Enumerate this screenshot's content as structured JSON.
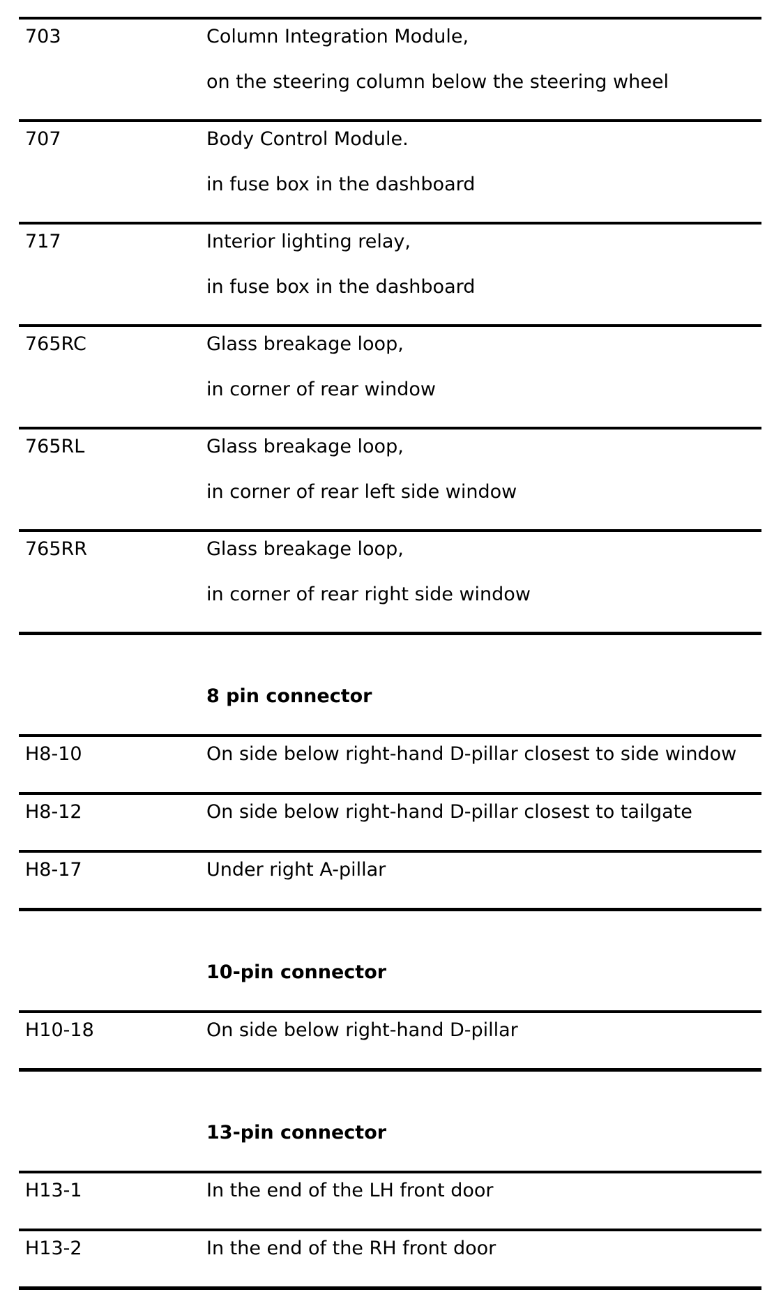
{
  "colors": {
    "background": "#ffffff",
    "text": "#000000",
    "rule": "#000000"
  },
  "table": {
    "component_rows": [
      {
        "code": "703",
        "line1": "Column Integration Module,",
        "line2": "on the steering column below the steering wheel"
      },
      {
        "code": "707",
        "line1": "Body Control Module.",
        "line2": "in fuse box in the dashboard"
      },
      {
        "code": "717",
        "line1": "Interior lighting relay,",
        "line2": "in fuse box in the dashboard"
      },
      {
        "code": "765RC",
        "line1": "Glass breakage loop,",
        "line2": "in corner of rear window"
      },
      {
        "code": "765RL",
        "line1": "Glass breakage loop,",
        "line2": "in corner of rear left side window"
      },
      {
        "code": "765RR",
        "line1": "Glass breakage loop,",
        "line2": "in corner of rear right side window"
      }
    ],
    "sections": [
      {
        "heading": "8 pin connector",
        "rows": [
          {
            "code": "H8-10",
            "location": "On side below right-hand D-pillar closest to side window"
          },
          {
            "code": "H8-12",
            "location": "On side below right-hand D-pillar closest to tailgate"
          },
          {
            "code": "H8-17",
            "location": "Under right A-pillar"
          }
        ]
      },
      {
        "heading": "10-pin connector",
        "rows": [
          {
            "code": "H10-18",
            "location": "On side below right-hand D-pillar"
          }
        ]
      },
      {
        "heading": "13-pin connector",
        "rows": [
          {
            "code": "H13-1",
            "location": "In the end of the LH front door"
          },
          {
            "code": "H13-2",
            "location": "In the end of the RH front door"
          }
        ]
      }
    ]
  }
}
